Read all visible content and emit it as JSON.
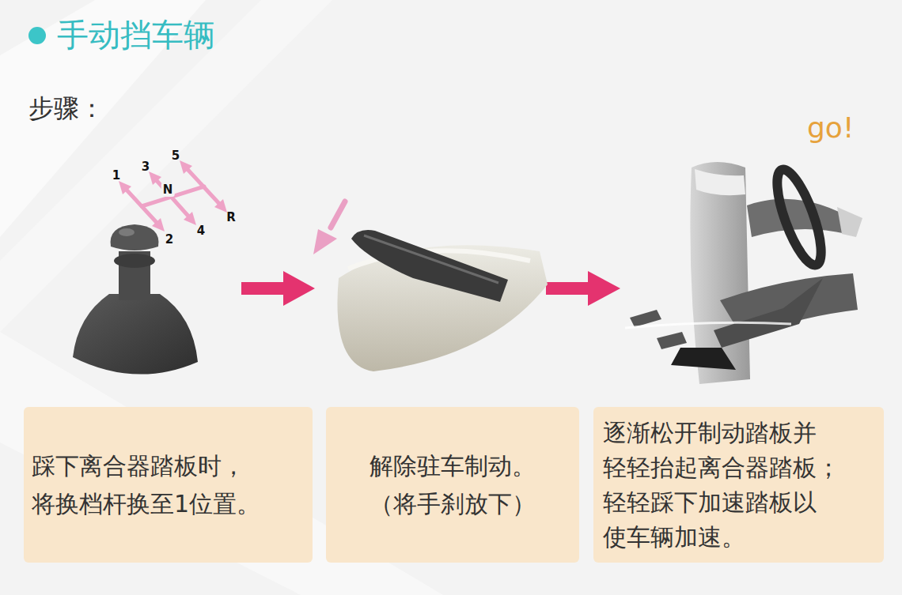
{
  "diagram": {
    "title": "手动挡车辆",
    "nodes": [
      {
        "text": [
          "踩下离合器踏板时， 将换档杆换至1位置。"
        ]
      },
      {
        "text": [
          "解除驻车制动。 （将手刹放下）"
        ]
      },
      {
        "text": [
          "逐渐松开制动踏板并 轻轻抬起离合器踏板； 轻轻踩下加速踏板以 使车辆加速。"
        ]
      }
    ],
    "labels": [
      "步骤：",
      "1",
      "3",
      "5",
      "N",
      "2",
      "4",
      "R",
      "go!"
    ]
  }
}
